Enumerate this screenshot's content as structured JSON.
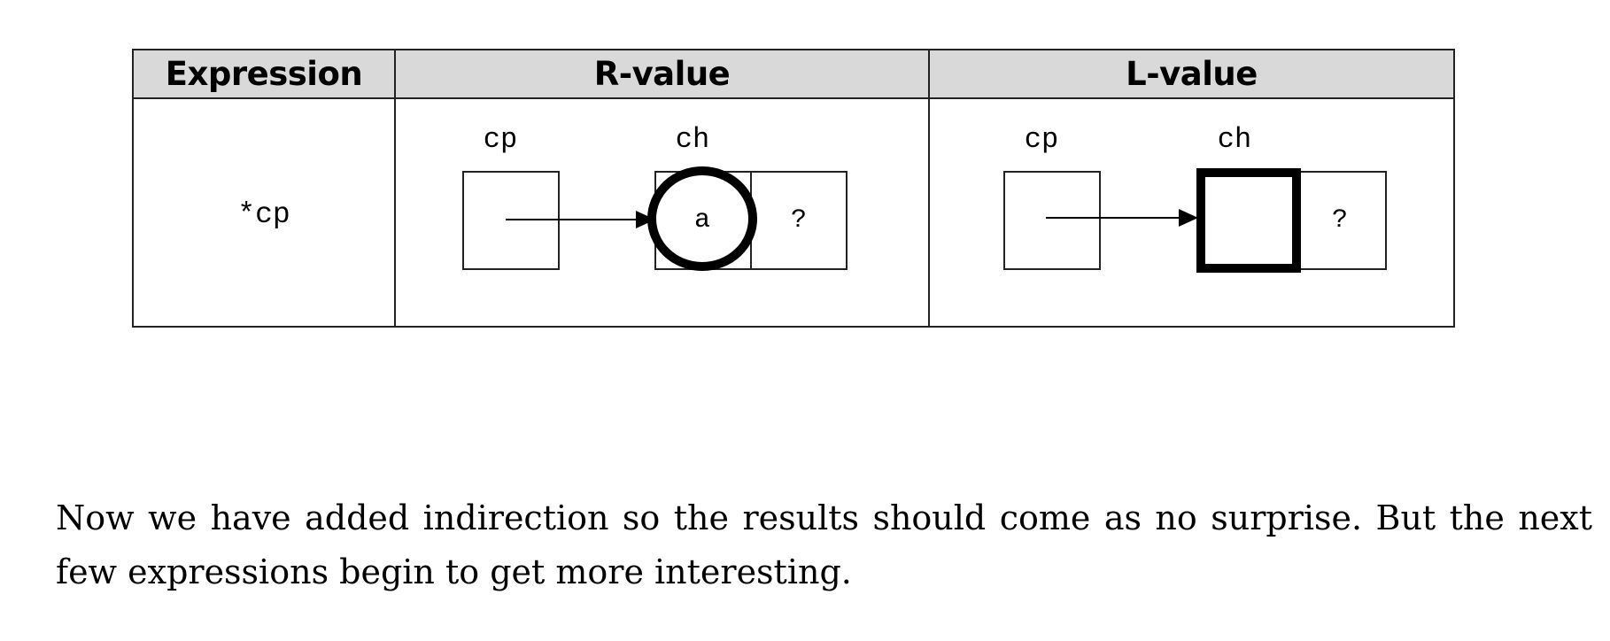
{
  "table": {
    "headers": {
      "expression": "Expression",
      "rvalue": "R-value",
      "lvalue": "L-value"
    },
    "row": {
      "expression": "*cp",
      "rvalue": {
        "cp_label": "cp",
        "ch_label": "ch",
        "ch_value": "a",
        "next_value": "?"
      },
      "lvalue": {
        "cp_label": "cp",
        "ch_label": "ch",
        "next_value": "?"
      }
    }
  },
  "paragraph": {
    "text": "Now we have added indirection so the results should come as no surprise. But the next few expressions begin to get more interesting."
  }
}
